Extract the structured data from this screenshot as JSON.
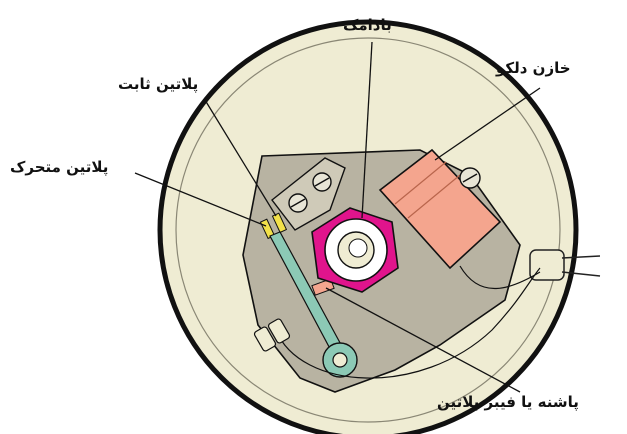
{
  "labels": {
    "cam": "بادامک",
    "condenser": "خازن دلکو",
    "fixed_point": "پلاتین ثابت",
    "moving_point": "پلاتین متحرک",
    "rubbing_block": "پاشنه یا فیبر پلاتین"
  },
  "colors": {
    "housing": "#efecd3",
    "housing_edge": "#111111",
    "plate": "#b8b3a2",
    "cam": "#e0148c",
    "condenser": "#f4a58e",
    "arm": "#8cc9b5",
    "contact": "#f2e14a"
  }
}
